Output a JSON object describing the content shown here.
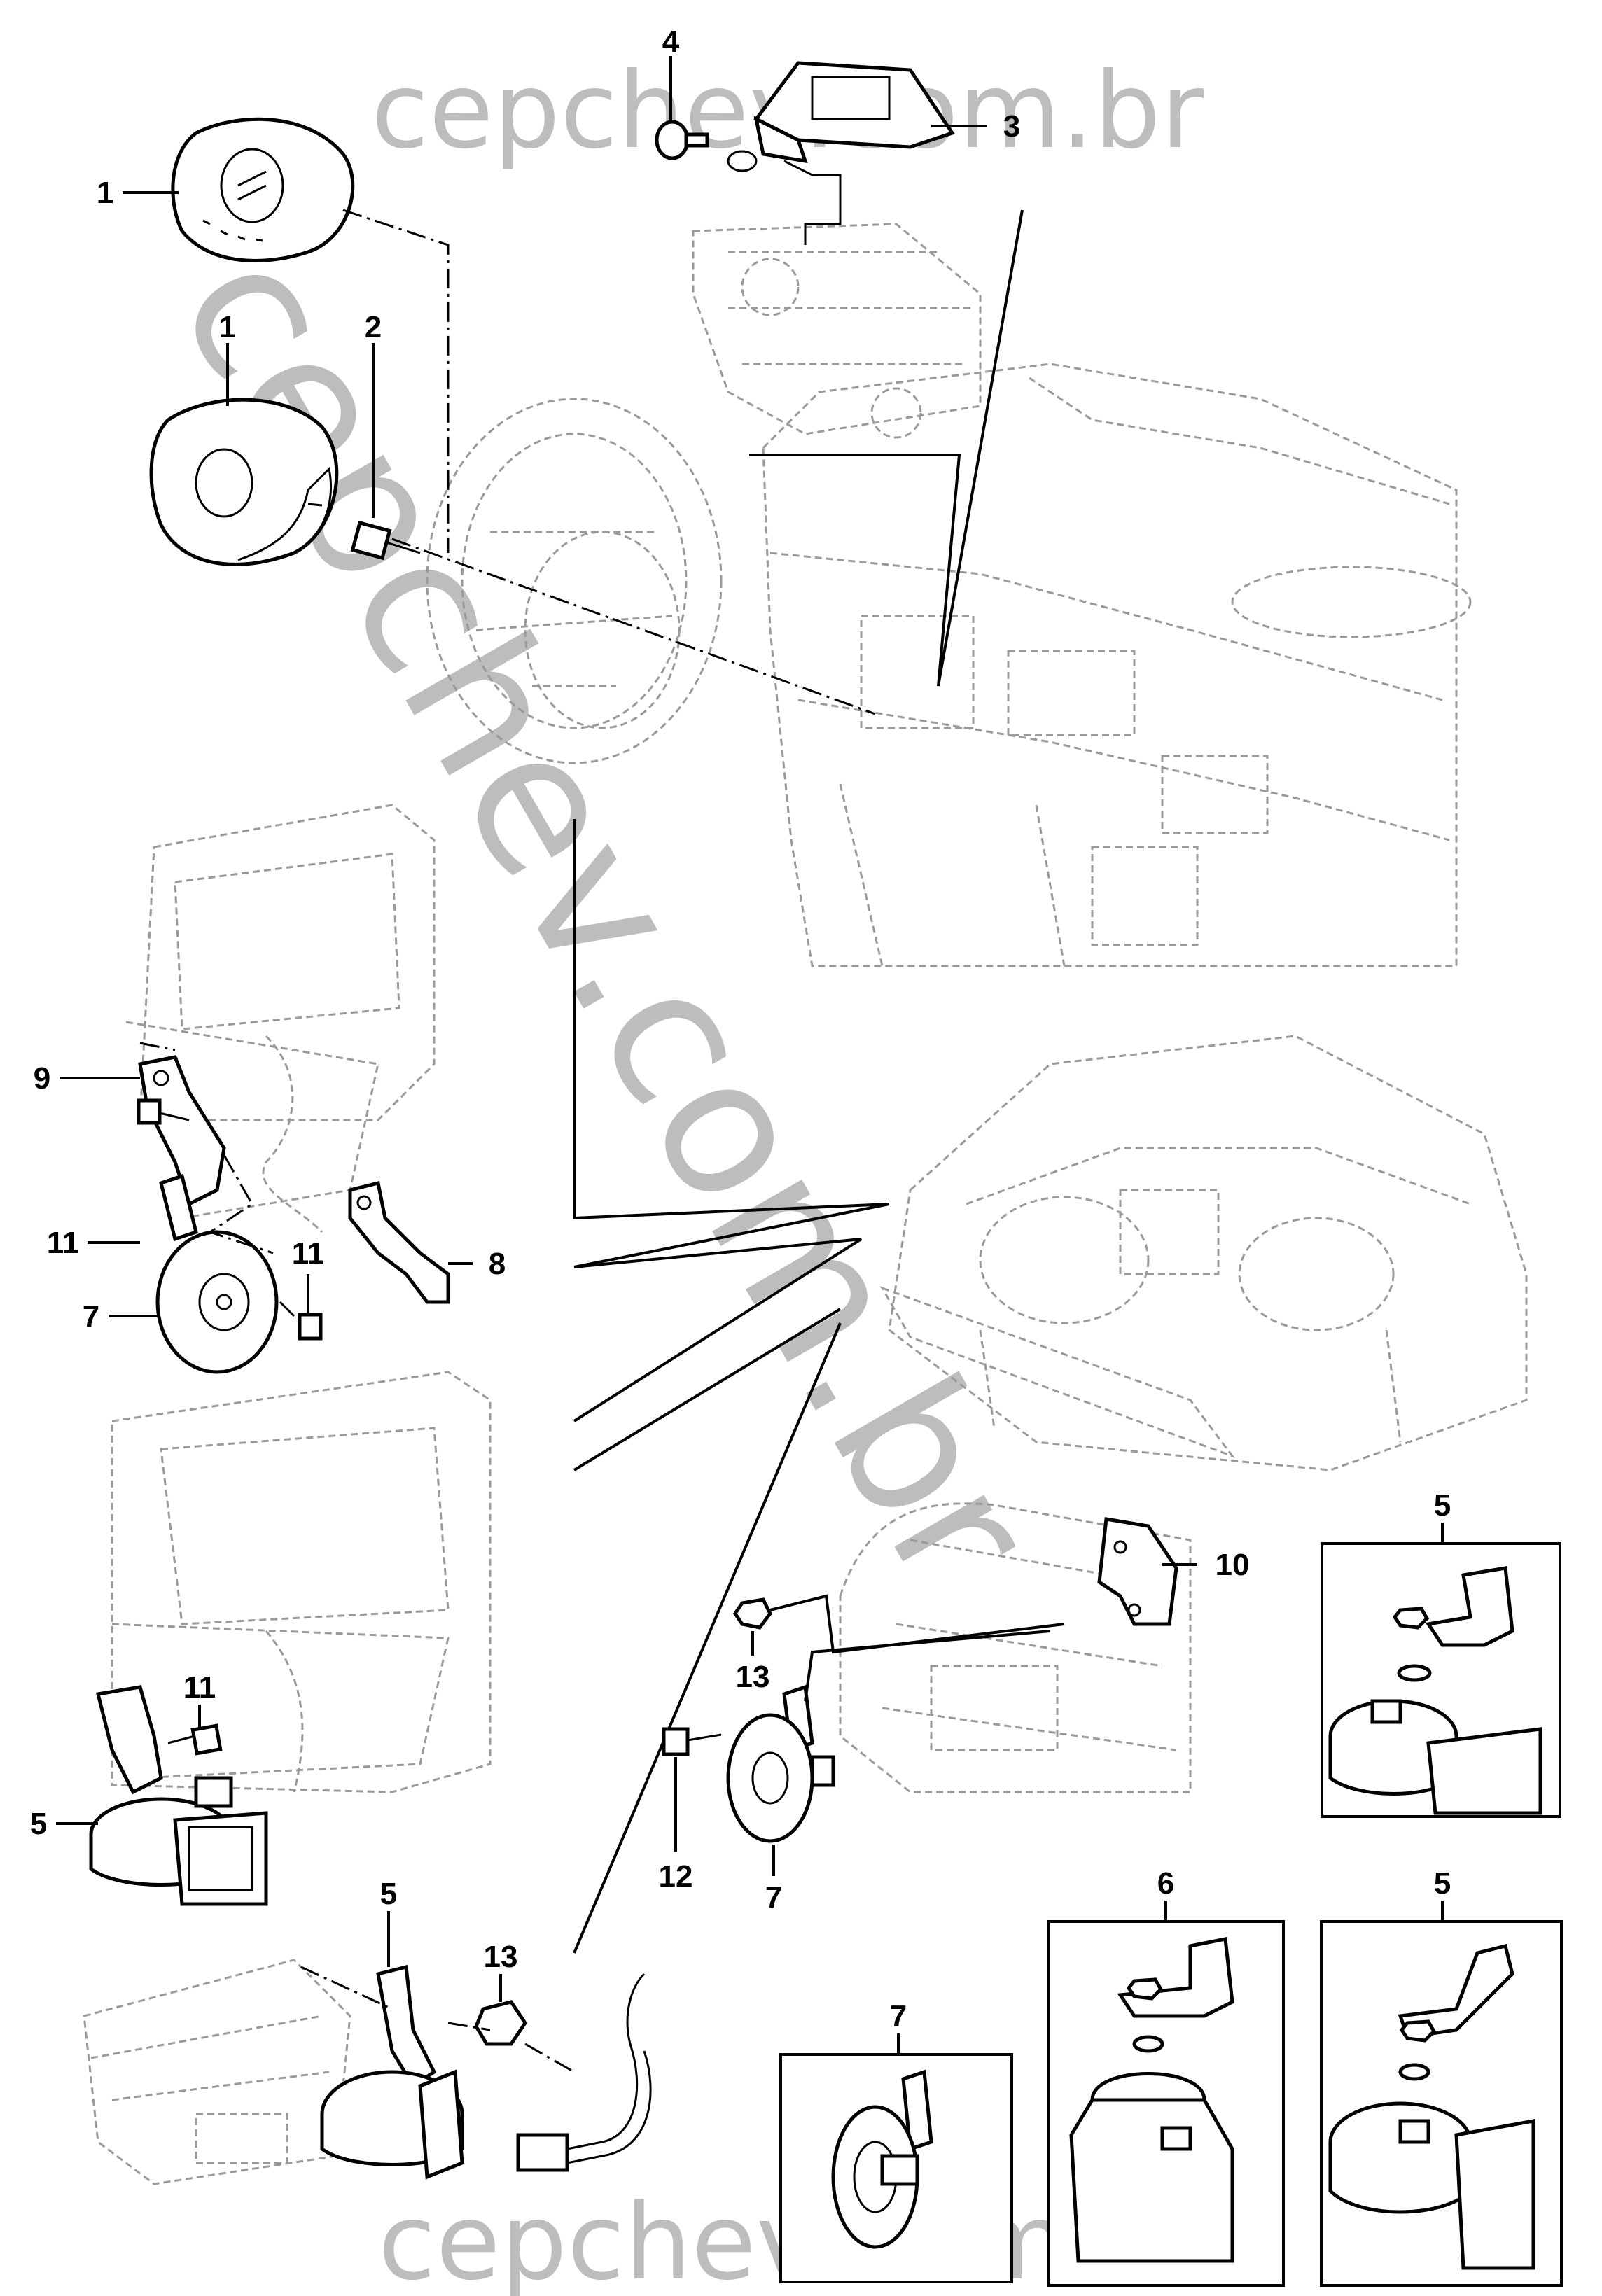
{
  "watermarks": {
    "top": "cepchev.com.br",
    "diagonal": "cepchev.com.br",
    "bottom": "cepchev.com.br"
  },
  "callouts": [
    {
      "id": "1a",
      "label": "1"
    },
    {
      "id": "1b",
      "label": "1"
    },
    {
      "id": "2",
      "label": "2"
    },
    {
      "id": "3",
      "label": "3"
    },
    {
      "id": "4",
      "label": "4"
    },
    {
      "id": "9",
      "label": "9"
    },
    {
      "id": "11a",
      "label": "11"
    },
    {
      "id": "11b",
      "label": "11"
    },
    {
      "id": "8",
      "label": "8"
    },
    {
      "id": "7a",
      "label": "7"
    },
    {
      "id": "11c",
      "label": "11"
    },
    {
      "id": "5a",
      "label": "5"
    },
    {
      "id": "10",
      "label": "10"
    },
    {
      "id": "13a",
      "label": "13"
    },
    {
      "id": "12",
      "label": "12"
    },
    {
      "id": "7b",
      "label": "7"
    },
    {
      "id": "5b",
      "label": "5"
    },
    {
      "id": "5c",
      "label": "5"
    },
    {
      "id": "13b",
      "label": "13"
    },
    {
      "id": "7c",
      "label": "7"
    },
    {
      "id": "6",
      "label": "6"
    },
    {
      "id": "5d",
      "label": "5"
    }
  ]
}
